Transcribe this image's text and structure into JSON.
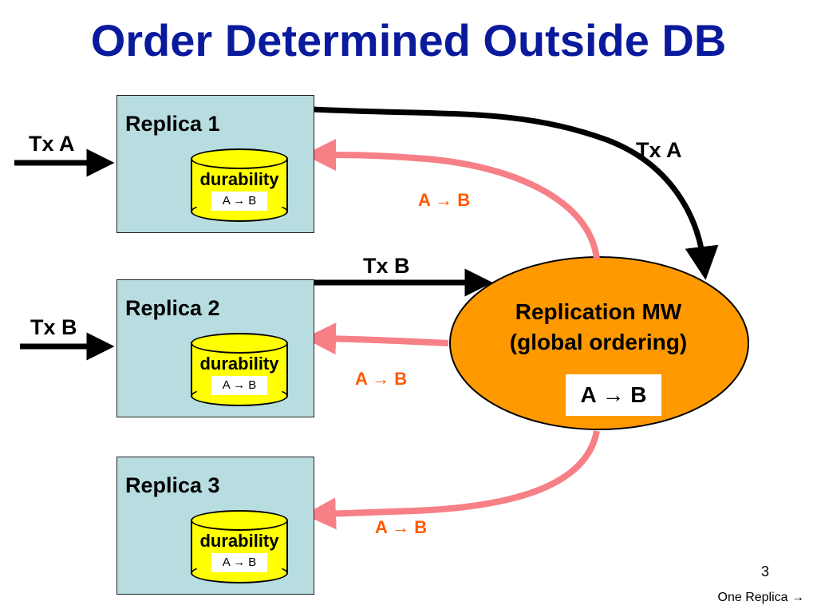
{
  "title": "Order Determined Outside DB",
  "replicas": [
    {
      "name": "Replica 1",
      "durability": "durability",
      "order": "A → B"
    },
    {
      "name": "Replica 2",
      "durability": "durability",
      "order": "A → B"
    },
    {
      "name": "Replica 3",
      "durability": "durability",
      "order": "A → B"
    }
  ],
  "inputs": {
    "tx_a": "Tx A",
    "tx_b": "Tx B"
  },
  "flows": {
    "tx_a_to_mw": "Tx A",
    "tx_b_to_mw": "Tx B",
    "order_to_r1": "A → B",
    "order_to_r2": "A → B",
    "order_to_r3": "A → B"
  },
  "middleware": {
    "title": "Replication MW",
    "subtitle": "(global ordering)",
    "order": "A → B"
  },
  "colors": {
    "title": "#0a1a9c",
    "replica_bg": "#b7dde0",
    "cylinder": "#ffff00",
    "middleware": "#ff9900",
    "pink_arrow": "#f77f86",
    "order_text": "#ff5a00"
  },
  "footer": {
    "page_number": "3",
    "next_link": "One Replica →"
  }
}
